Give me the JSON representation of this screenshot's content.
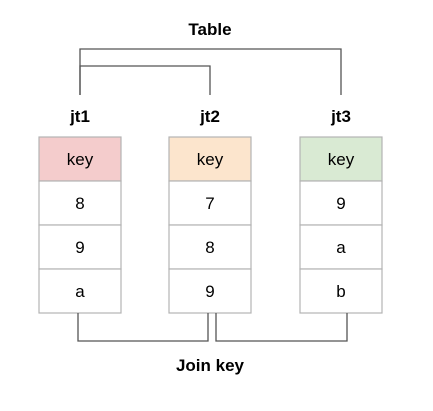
{
  "title": "Table",
  "footer": "Join key",
  "tables": [
    {
      "name": "jt1",
      "header": "key",
      "header_color": "#f4cccc",
      "rows": [
        "8",
        "9",
        "a"
      ]
    },
    {
      "name": "jt2",
      "header": "key",
      "header_color": "#fce5cd",
      "rows": [
        "7",
        "8",
        "9"
      ]
    },
    {
      "name": "jt3",
      "header": "key",
      "header_color": "#d9ead3",
      "rows": [
        "9",
        "a",
        "b"
      ]
    }
  ]
}
